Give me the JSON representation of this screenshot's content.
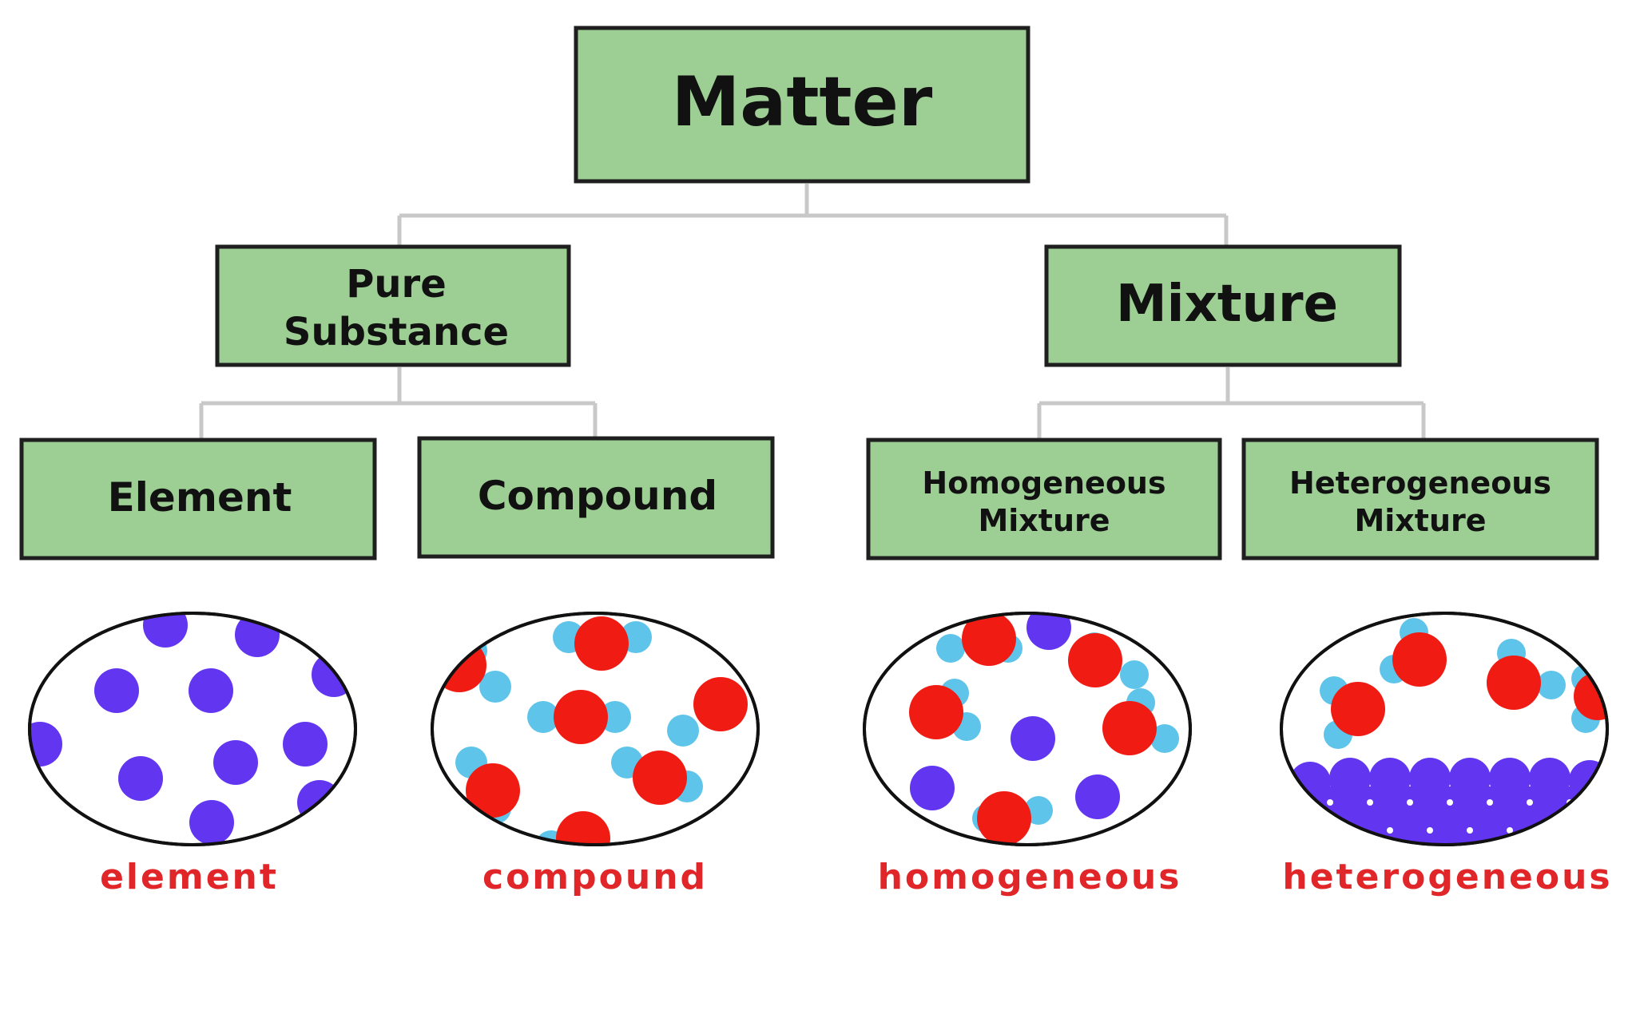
{
  "tree": {
    "root": {
      "label": "Matter"
    },
    "pure_substance": {
      "line1": "Pure",
      "line2": "Substance"
    },
    "mixture": {
      "label": "Mixture"
    },
    "element": {
      "label": "Element"
    },
    "compound": {
      "label": "Compound"
    },
    "homogeneous": {
      "line1": "Homogeneous",
      "line2": "Mixture"
    },
    "heterogeneous": {
      "line1": "Heterogeneous",
      "line2": "Mixture"
    }
  },
  "illustrations": {
    "element": {
      "caption": "element"
    },
    "compound": {
      "caption": "compound"
    },
    "homogeneous": {
      "caption": "homogeneous"
    },
    "heterogeneous": {
      "caption": "heterogeneous"
    }
  },
  "colors": {
    "box_fill": "#9dcf94",
    "connector": "#c8c8c8",
    "caption": "#e1262a",
    "atom_purple": "#6236f0",
    "atom_red": "#f01c14",
    "atom_light_blue": "#5ec4ea"
  }
}
